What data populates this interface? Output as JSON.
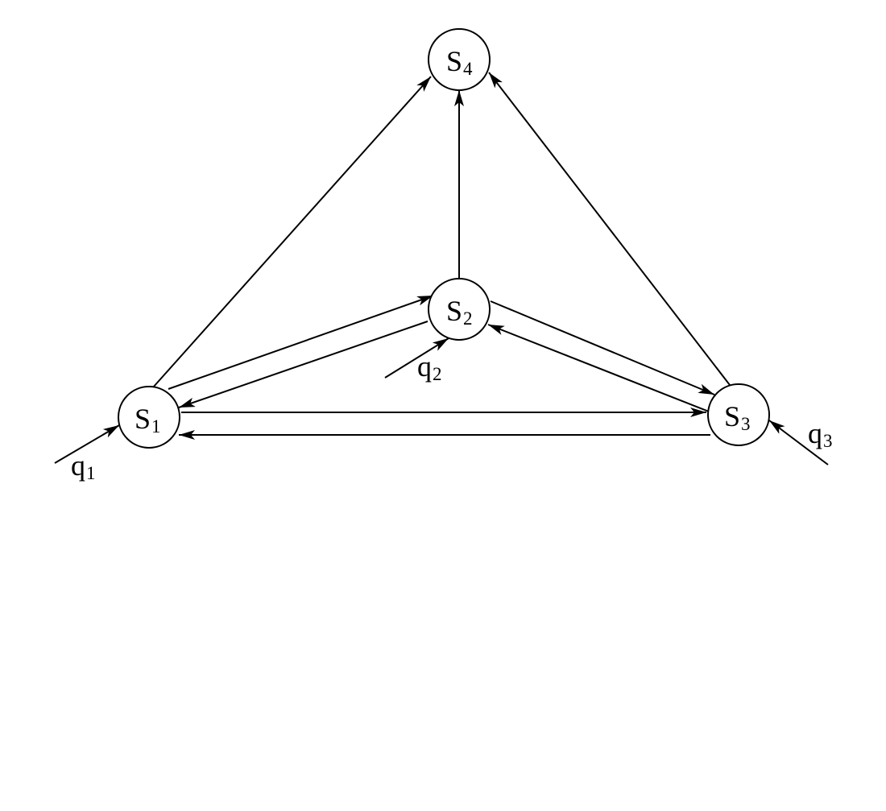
{
  "diagram": {
    "nodes": [
      {
        "id": "S1",
        "letter": "S",
        "index": "1"
      },
      {
        "id": "S2",
        "letter": "S",
        "index": "2"
      },
      {
        "id": "S3",
        "letter": "S",
        "index": "3"
      },
      {
        "id": "S4",
        "letter": "S",
        "index": "4"
      }
    ],
    "inputs": [
      {
        "id": "q1",
        "letter": "q",
        "index": "1",
        "target": "S1"
      },
      {
        "id": "q2",
        "letter": "q",
        "index": "2",
        "target": "S2"
      },
      {
        "id": "q3",
        "letter": "q",
        "index": "3",
        "target": "S3"
      }
    ],
    "edges": [
      {
        "from": "S1",
        "to": "S4"
      },
      {
        "from": "S2",
        "to": "S4"
      },
      {
        "from": "S3",
        "to": "S4"
      },
      {
        "from": "S1",
        "to": "S2"
      },
      {
        "from": "S2",
        "to": "S1"
      },
      {
        "from": "S2",
        "to": "S3"
      },
      {
        "from": "S3",
        "to": "S2"
      },
      {
        "from": "S1",
        "to": "S3"
      },
      {
        "from": "S3",
        "to": "S1"
      }
    ],
    "colors": {
      "stroke": "#000000",
      "background": "#ffffff"
    }
  }
}
